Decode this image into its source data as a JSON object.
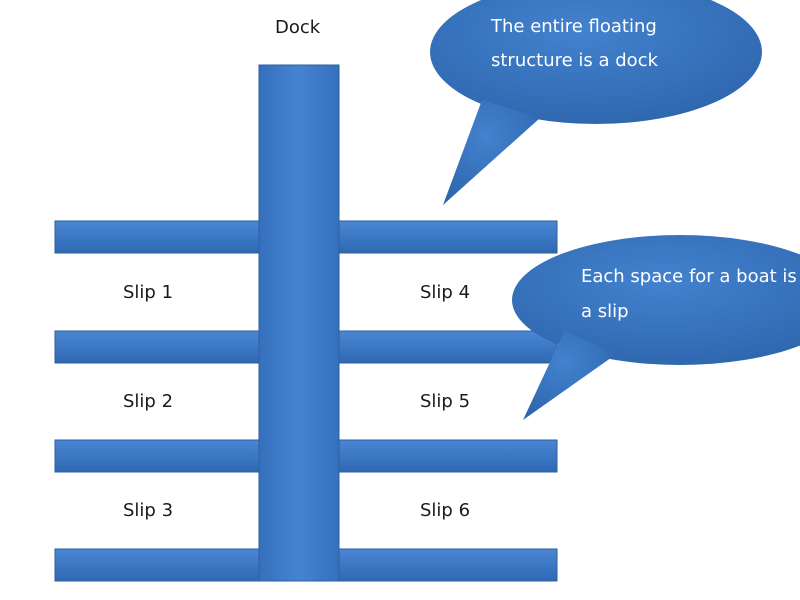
{
  "title": "Dock",
  "colors": {
    "piling": "#3a78c8",
    "piling_edge": "#2c5f9f",
    "callout": "#3671bb",
    "callout_edge": "#2b5d99",
    "text": "#1a1a1a",
    "callout_text": "#ffffff"
  },
  "slips": [
    {
      "label": "Slip 1"
    },
    {
      "label": "Slip 2"
    },
    {
      "label": "Slip 3"
    },
    {
      "label": "Slip 4"
    },
    {
      "label": "Slip 5"
    },
    {
      "label": "Slip 6"
    }
  ],
  "callouts": [
    {
      "lines": [
        "The entire floating",
        "structure is a dock"
      ]
    },
    {
      "lines": [
        "Each space for a boat is",
        "a slip"
      ]
    }
  ]
}
